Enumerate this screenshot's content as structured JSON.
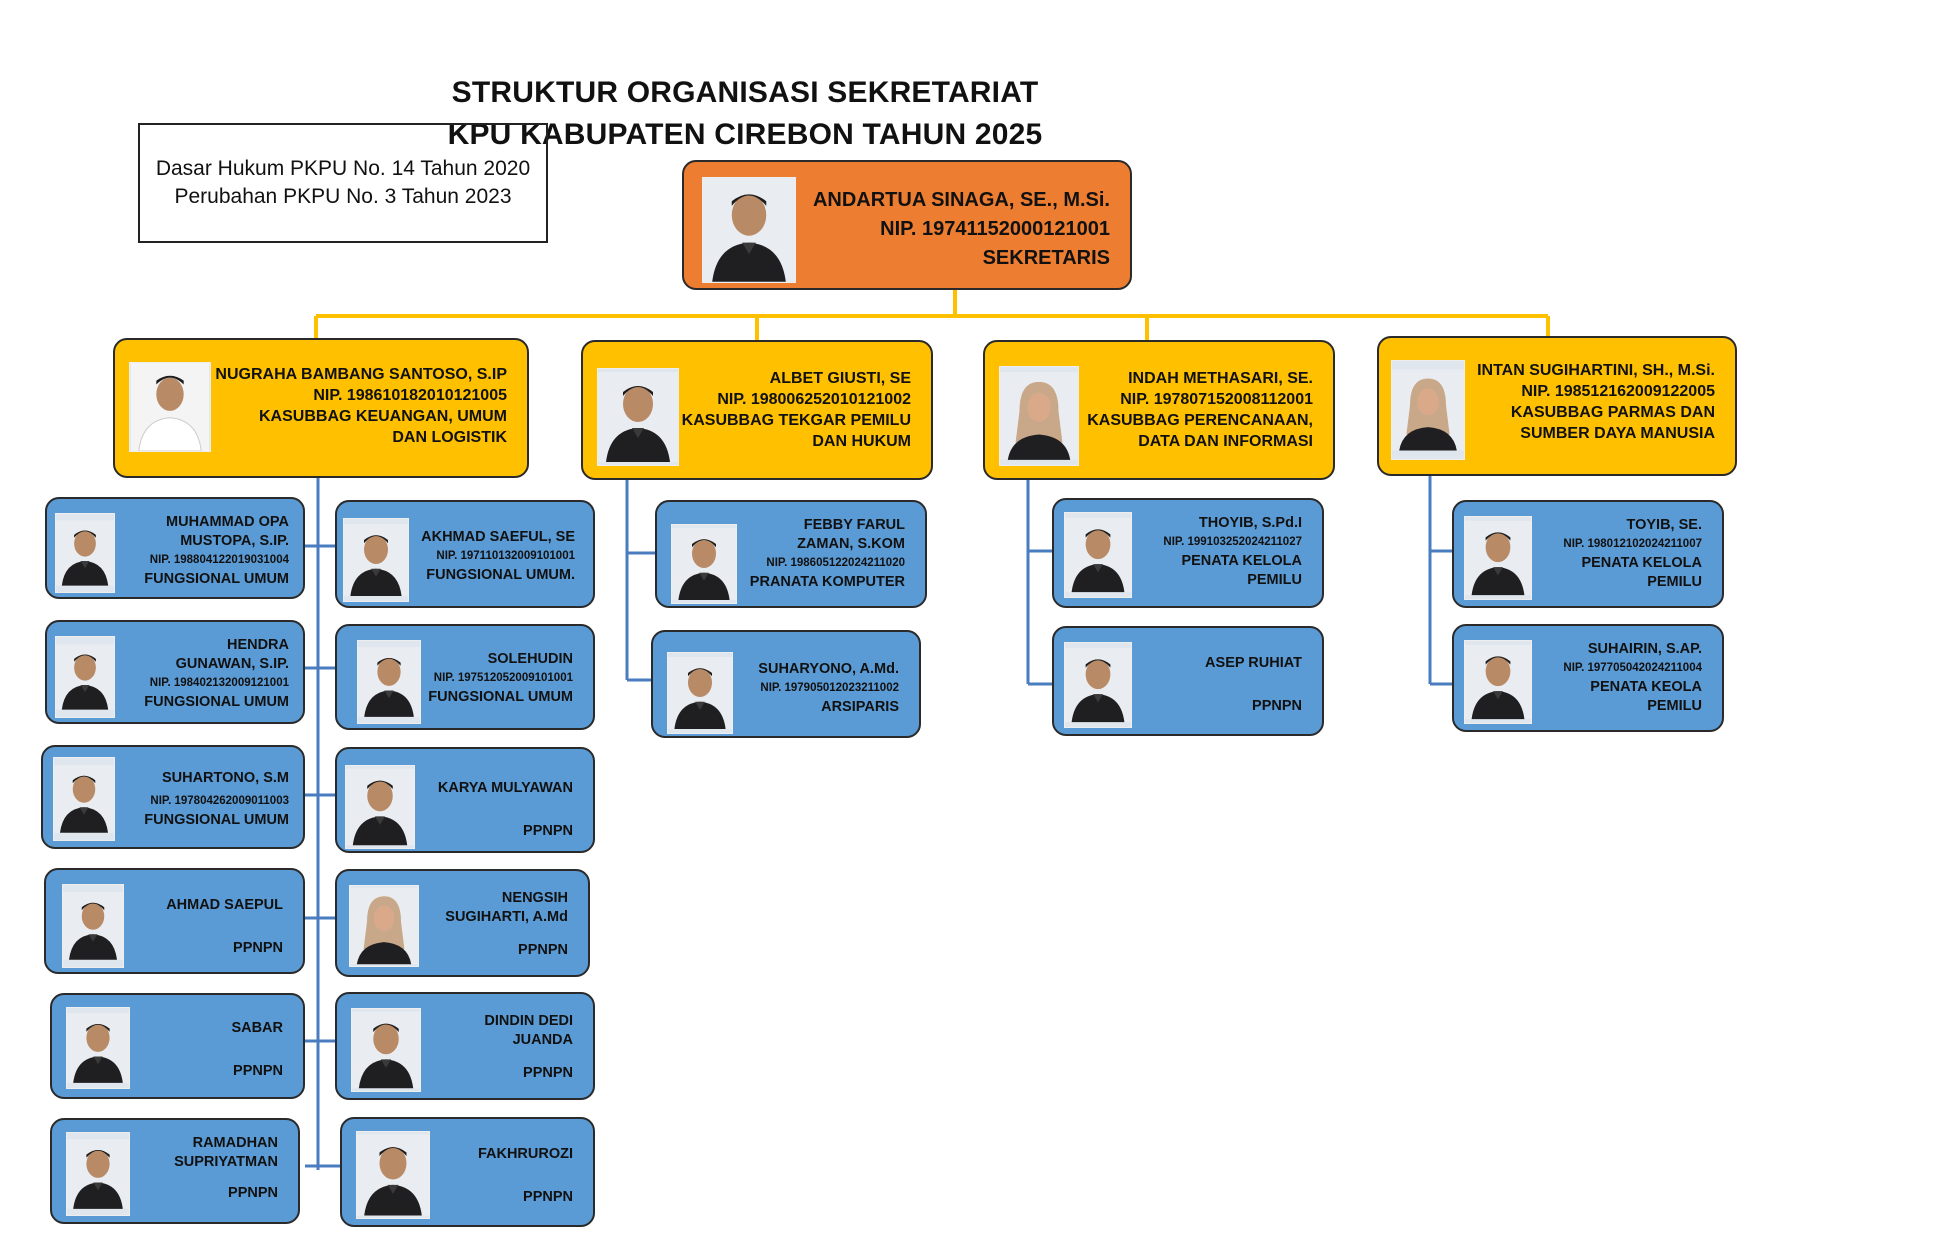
{
  "header": {
    "title_line1": "STRUKTUR ORGANISASI SEKRETARIAT",
    "title_line2": "KPU KABUPATEN CIREBON TAHUN 2025",
    "legal_line1": "Dasar Hukum PKPU No. 14 Tahun 2020",
    "legal_line2": "Perubahan PKPU No. 3 Tahun 2023"
  },
  "colors": {
    "head": "#ed7d31",
    "subsection": "#ffc000",
    "staff": "#5b9bd5",
    "connector_top": "#ffc000",
    "connector_staff": "#4a7dc0"
  },
  "head": {
    "name": "ANDARTUA SINAGA, SE., M.Si.",
    "nip": "NIP. 19741152000121001",
    "role": "SEKRETARIS"
  },
  "subsections": [
    {
      "name": "NUGRAHA BAMBANG SANTOSO, S.IP",
      "nip": "NIP. 198610182010121005",
      "role1": "KASUBBAG KEUANGAN, UMUM",
      "role2": "DAN LOGISTIK"
    },
    {
      "name": "ALBET GIUSTI, SE",
      "nip": "NIP. 198006252010121002",
      "role1": "KASUBBAG TEKGAR PEMILU",
      "role2": "DAN HUKUM"
    },
    {
      "name": "INDAH METHASARI, SE.",
      "nip": "NIP. 197807152008112001",
      "role1": "KASUBBAG PERENCANAAN,",
      "role2": "DATA DAN INFORMASI"
    },
    {
      "name": "INTAN SUGIHARTINI, SH., M.Si.",
      "nip": "NIP. 198512162009122005",
      "role1": "KASUBBAG PARMAS DAN",
      "role2": "SUMBER DAYA MANUSIA"
    }
  ],
  "staff": {
    "s1_left": [
      {
        "name1": "MUHAMMAD OPA",
        "name2": "MUSTOPA, S.IP.",
        "nip": "NIP. 198804122019031004",
        "role": "FUNGSIONAL UMUM"
      },
      {
        "name1": "HENDRA",
        "name2": "GUNAWAN, S.IP.",
        "nip": "NIP. 198402132009121001",
        "role": "FUNGSIONAL UMUM"
      },
      {
        "name1": "SUHARTONO, S.M",
        "name2": "",
        "nip": "NIP. 197804262009011003",
        "role": "FUNGSIONAL UMUM"
      },
      {
        "name1": "AHMAD SAEPUL",
        "name2": "",
        "nip": "",
        "role": "PPNPN"
      },
      {
        "name1": "SABAR",
        "name2": "",
        "nip": "",
        "role": "PPNPN"
      },
      {
        "name1": "RAMADHAN",
        "name2": "SUPRIYATMAN",
        "nip": "",
        "role": "PPNPN"
      }
    ],
    "s1_right": [
      {
        "name1": "AKHMAD SAEFUL, SE",
        "name2": "",
        "nip": "NIP. 197110132009101001",
        "role": "FUNGSIONAL UMUM."
      },
      {
        "name1": "SOLEHUDIN",
        "name2": "",
        "nip": "NIP. 197512052009101001",
        "role": "FUNGSIONAL UMUM"
      },
      {
        "name1": "KARYA MULYAWAN",
        "name2": "",
        "nip": "",
        "role": "PPNPN"
      },
      {
        "name1": "NENGSIH",
        "name2": "SUGIHARTI, A.Md",
        "nip": "",
        "role": "PPNPN"
      },
      {
        "name1": "DINDIN DEDI",
        "name2": "JUANDA",
        "nip": "",
        "role": "PPNPN"
      },
      {
        "name1": "FAKHRUROZI",
        "name2": "",
        "nip": "",
        "role": "PPNPN"
      }
    ],
    "s2": [
      {
        "name1": "FEBBY FARUL",
        "name2": "ZAMAN, S.KOM",
        "nip": "NIP. 198605122024211020",
        "role": "PRANATA KOMPUTER"
      },
      {
        "name1": "SUHARYONO, A.Md.",
        "name2": "",
        "nip": "NIP. 197905012023211002",
        "role": "ARSIPARIS"
      }
    ],
    "s3": [
      {
        "name1": "THOYIB, S.Pd.I",
        "name2": "",
        "nip": "NIP. 199103252024211027",
        "role": "PENATA KELOLA",
        "role2": "PEMILU"
      },
      {
        "name1": "ASEP RUHIAT",
        "name2": "",
        "nip": "",
        "role": "PPNPN"
      }
    ],
    "s4": [
      {
        "name1": "TOYIB, SE.",
        "name2": "",
        "nip": "NIP. 198012102024211007",
        "role": "PENATA KELOLA",
        "role2": "PEMILU"
      },
      {
        "name1": "SUHAIRIN, S.AP.",
        "name2": "",
        "nip": "NIP. 197705042024211004",
        "role": "PENATA KEOLA",
        "role2": "PEMILU"
      }
    ]
  }
}
